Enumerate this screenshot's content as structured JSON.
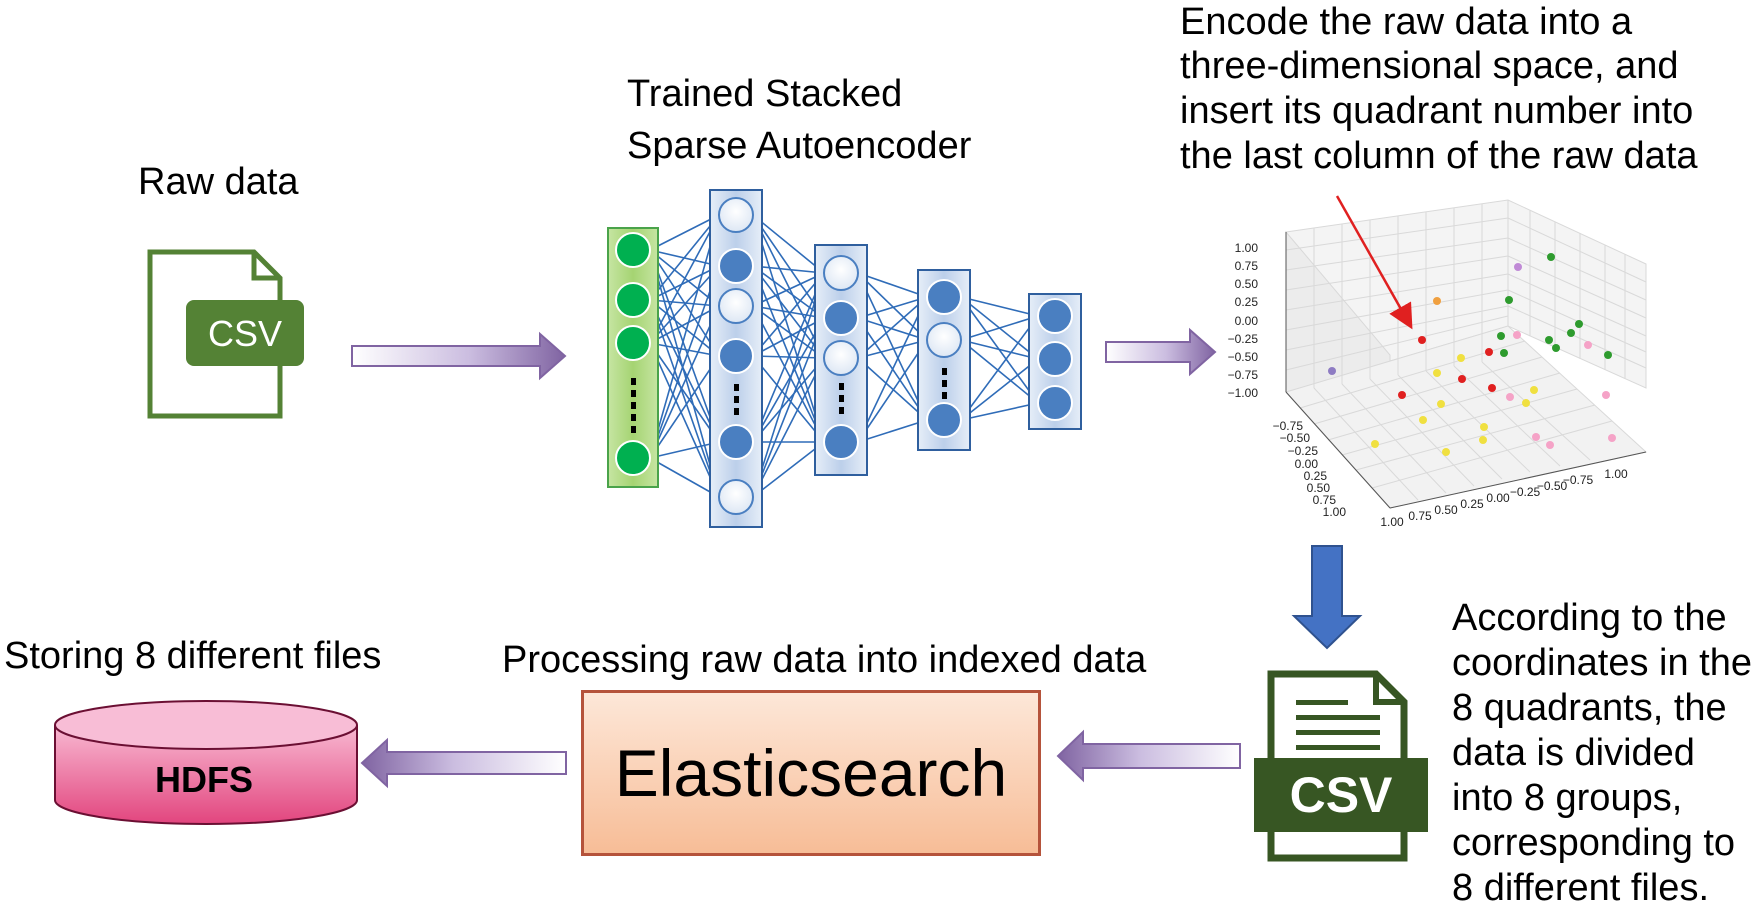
{
  "labels": {
    "raw_data": "Raw data",
    "autoencoder_line1": "Trained Stacked",
    "autoencoder_line2": "Sparse Autoencoder",
    "encode_line1": "Encode the raw data into a",
    "encode_line2": "three-dimensional space, and",
    "encode_line3": "insert its quadrant number into",
    "encode_line4": "the last column of the raw data",
    "according_lines": [
      "According to the",
      "coordinates in the",
      "8 quadrants, the",
      "data is divided",
      "into 8 groups,",
      "corresponding to",
      "8 different files."
    ],
    "processing": "Processing raw data into indexed data",
    "storing": "Storing 8 different files",
    "elasticsearch": "Elasticsearch",
    "hdfs": "HDFS",
    "csv_top": "CSV",
    "csv_bottom": "CSV"
  },
  "plot_ticks": {
    "z": [
      "1.00",
      "0.75",
      "0.50",
      "0.25",
      "0.00",
      "−0.25",
      "−0.50",
      "−0.75",
      "−1.00"
    ],
    "y": [
      "−0.75",
      "−0.50",
      "−0.25",
      "0.00",
      "0.25",
      "0.50",
      "0.75",
      "1.00"
    ],
    "x": [
      "1.00",
      "0.75",
      "0.50",
      "0.25",
      "0.00",
      "−0.25",
      "−0.50",
      "−0.75",
      "1.00"
    ]
  },
  "colors": {
    "arrow_purple": "#8064a2",
    "csv_green_top": "#548235",
    "csv_green_bottom": "#375623",
    "node_blue": "#4a7fc1",
    "node_green": "#00b050",
    "hdfs_pink": "#e8528a",
    "elastic_border": "#b5533b",
    "down_arrow_blue": "#4472c4"
  }
}
